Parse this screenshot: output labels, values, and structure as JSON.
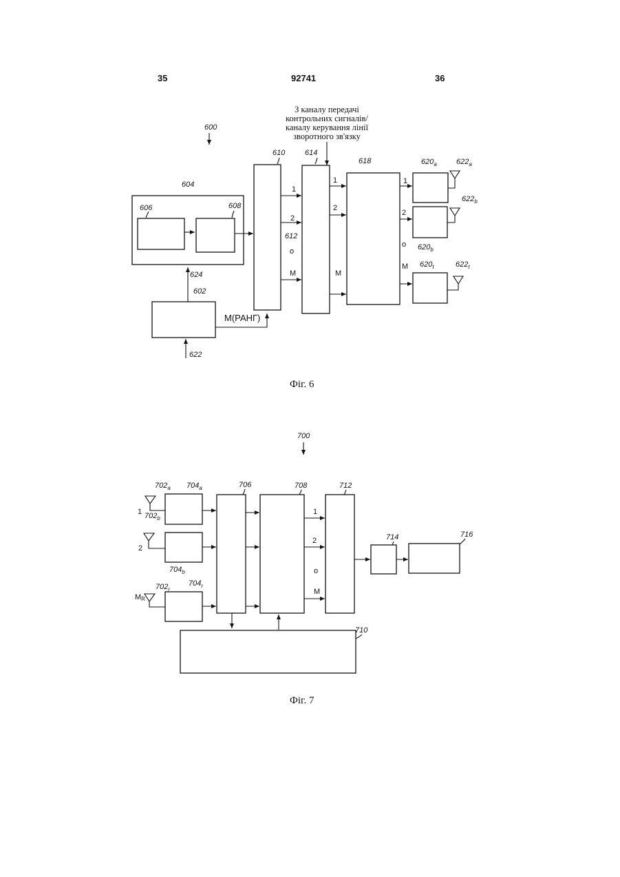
{
  "header": {
    "left_page": "35",
    "patent_number": "92741",
    "right_page": "36"
  },
  "fig6": {
    "caption": "Фіг. 6",
    "note": [
      "З каналу передачі",
      "контрольних сигналів/",
      "каналу керування лінії",
      "зворотного зв'язку"
    ],
    "refs": {
      "r600": "600",
      "r604": "604",
      "r606": "606",
      "r608": "608",
      "r610": "610",
      "r612": "612",
      "r614": "614",
      "r618": "618",
      "r602": "602",
      "r624": "624",
      "r622": "622"
    },
    "sub_refs": {
      "r620a": {
        "base": "620",
        "sub": "a"
      },
      "r620b": {
        "base": "620",
        "sub": "b"
      },
      "r620t": {
        "base": "620",
        "sub": "t"
      },
      "r622a": {
        "base": "622",
        "sub": "a"
      },
      "r622b": {
        "base": "622",
        "sub": "b"
      },
      "r622t": {
        "base": "622",
        "sub": "t"
      }
    },
    "streams": {
      "s1": "1",
      "s2": "2",
      "dots": "o",
      "sM": "M"
    },
    "rank_label": "М(РАНГ)"
  },
  "fig7": {
    "caption": "Фіг. 7",
    "refs": {
      "r700": "700",
      "r706": "706",
      "r708": "708",
      "r712": "712",
      "r710": "710",
      "r714": "714",
      "r716": "716"
    },
    "sub_refs": {
      "r702a": {
        "base": "702",
        "sub": "a"
      },
      "r702b": {
        "base": "702",
        "sub": "b"
      },
      "r702r": {
        "base": "702",
        "sub": "r"
      },
      "r704a": {
        "base": "704",
        "sub": "a"
      },
      "r704b": {
        "base": "704",
        "sub": "b"
      },
      "r704r": {
        "base": "704",
        "sub": "r"
      }
    },
    "antenna_labels": {
      "a1": "1",
      "a2": "2",
      "aM": "M",
      "aMsub": "R"
    },
    "streams": {
      "s1": "1",
      "s2": "2",
      "dots": "o",
      "sM": "M"
    }
  }
}
